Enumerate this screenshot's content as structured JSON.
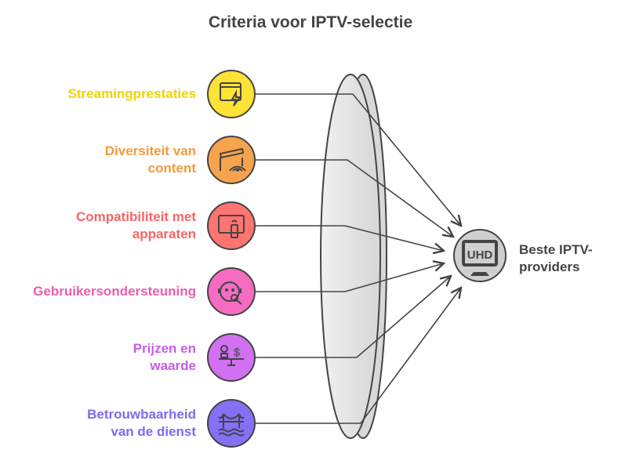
{
  "title": "Criteria voor IPTV-selectie",
  "criteria": [
    {
      "label": "Streamingprestaties",
      "icon": "browser-lightning-icon",
      "color": "#FFE236",
      "text_color": "#F2D300"
    },
    {
      "label": "Diversiteit van content",
      "icon": "clapperboard-icon",
      "color": "#F7A34D",
      "text_color": "#F39A3A"
    },
    {
      "label": "Compatibiliteit met apparaten",
      "icon": "tv-remote-icon",
      "color": "#FF7470",
      "text_color": "#F56565"
    },
    {
      "label": "Gebruikersondersteuning",
      "icon": "support-headset-icon",
      "color": "#F56CC2",
      "text_color": "#EE5BAE"
    },
    {
      "label": "Prijzen en waarde",
      "icon": "price-scale-icon",
      "color": "#D170F2",
      "text_color": "#C95BE8"
    },
    {
      "label": "Betrouwbaarheid van de dienst",
      "icon": "bridge-icon",
      "color": "#8370F5",
      "text_color": "#7C6CF0"
    }
  ],
  "target": {
    "label": "Beste IPTV-providers",
    "icon": "uhd-tv-icon",
    "icon_text": "UHD"
  }
}
